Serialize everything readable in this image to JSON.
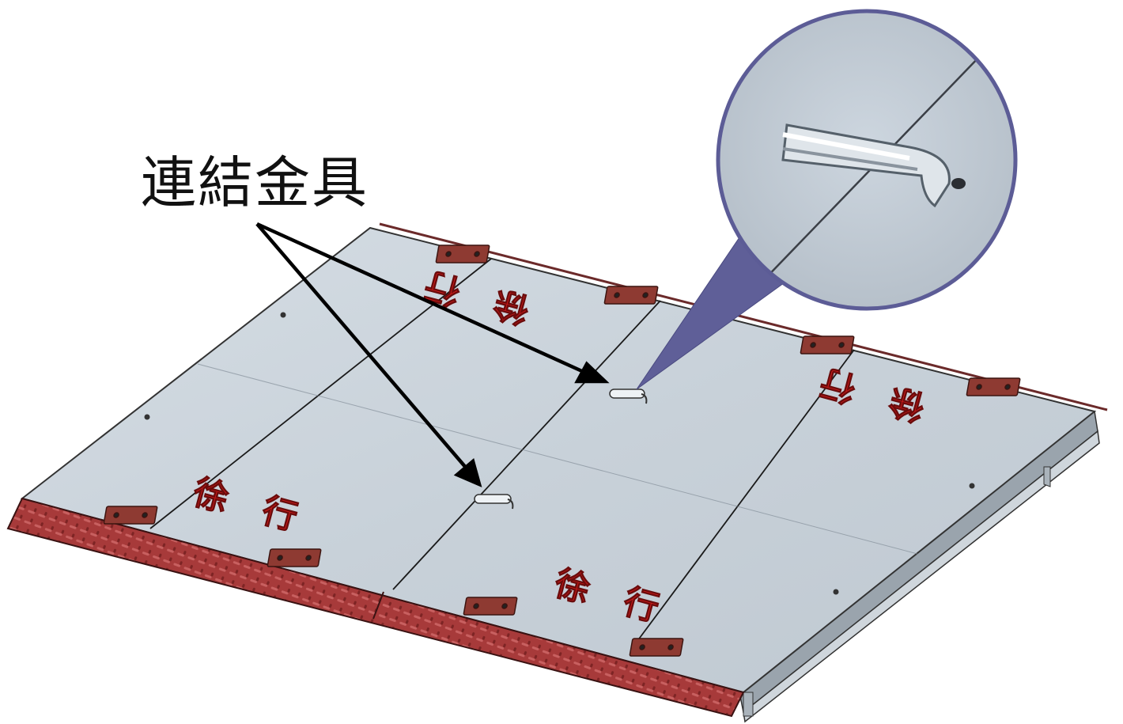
{
  "callout": {
    "label": "連結金具"
  },
  "signs": [
    {
      "char1": "徐",
      "char2": "行"
    },
    {
      "char1": "徐",
      "char2": "行"
    },
    {
      "char1": "徐",
      "char2": "行"
    },
    {
      "char1": "徐",
      "char2": "行"
    }
  ],
  "colors": {
    "deck": "#c9d2da",
    "checker_plate": "#a83a3a",
    "hinge": "#8e3a32",
    "sign_text": "#d21a1a",
    "magnifier_fill": "#5f5f98",
    "magnifier_ring": "#5c5c96",
    "arrow": "#000000"
  }
}
